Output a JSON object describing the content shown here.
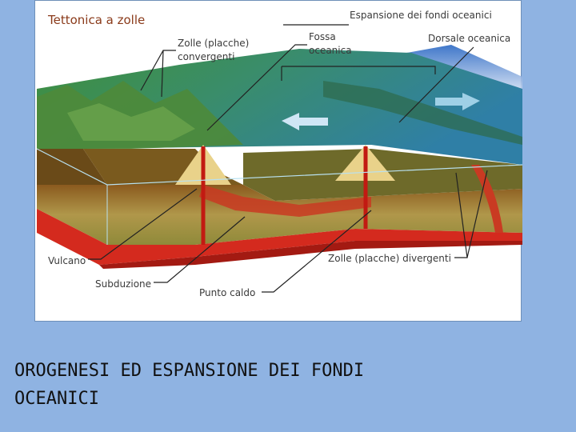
{
  "diagram": {
    "title": "Tettonica a zolle",
    "labels": {
      "espansione": "Espansione dei fondi oceanici",
      "zolle_conv_1": "Zolle (placche)",
      "zolle_conv_2": "convergenti",
      "fossa_1": "Fossa",
      "fossa_2": "oceanica",
      "dorsale": "Dorsale oceanica",
      "vulcano": "Vulcano",
      "subduzione": "Subduzione",
      "punto_caldo": "Punto caldo",
      "zolle_div": "Zolle (placche) divergenti"
    }
  },
  "caption": {
    "line1": "OROGENESI ED ESPANSIONE DEI FONDI",
    "line2": "OCEANICI"
  }
}
